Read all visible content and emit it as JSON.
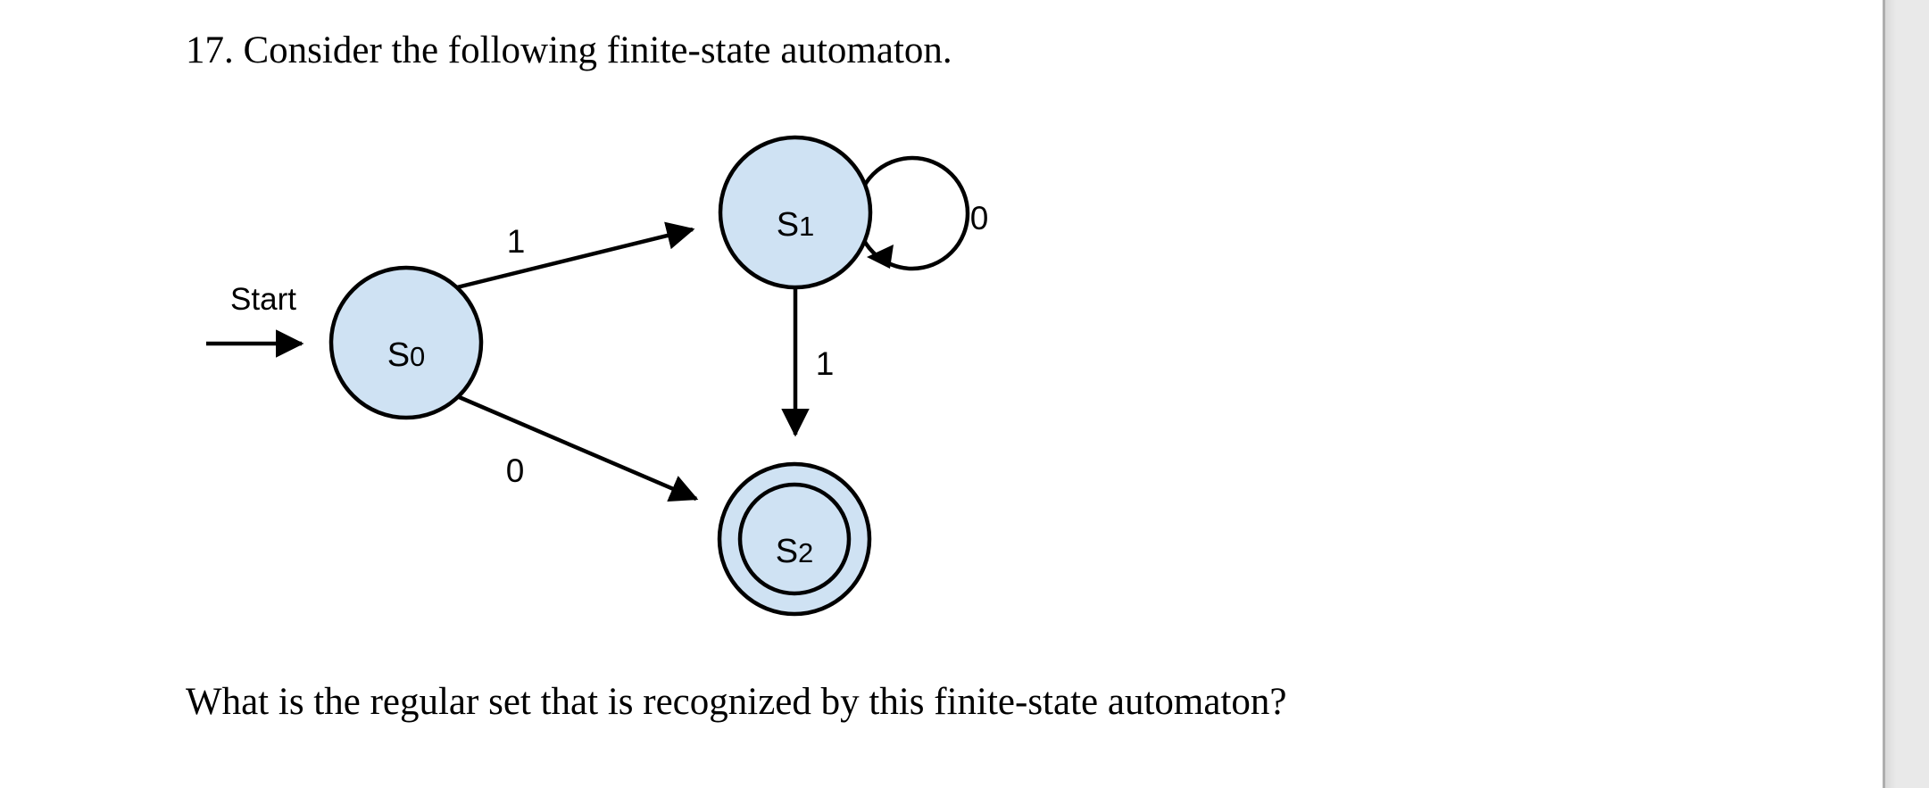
{
  "page": {
    "background_color": "#ffffff",
    "right_gutter_color": "#e9e9e9",
    "right_gutter_edge_color": "#aeaeae"
  },
  "texts": {
    "question_prompt": "17. Consider the following finite-state automaton.",
    "question_footer": "What is the regular set that is recognized by this finite-state automaton?"
  },
  "diagram": {
    "type": "finite-state-automaton",
    "start_label": "Start",
    "state_fill": "#cfe2f3",
    "stroke_color": "#000000",
    "states": [
      {
        "id": "S0",
        "label_main": "S",
        "label_sub": "0",
        "start": true,
        "accepting": false
      },
      {
        "id": "S1",
        "label_main": "S",
        "label_sub": "1",
        "start": false,
        "accepting": false
      },
      {
        "id": "S2",
        "label_main": "S",
        "label_sub": "2",
        "start": false,
        "accepting": true
      }
    ],
    "transitions": [
      {
        "from": "S0",
        "to": "S1",
        "label": "1"
      },
      {
        "from": "S0",
        "to": "S2",
        "label": "0"
      },
      {
        "from": "S1",
        "to": "S1",
        "label": "0"
      },
      {
        "from": "S1",
        "to": "S2",
        "label": "1"
      }
    ]
  }
}
